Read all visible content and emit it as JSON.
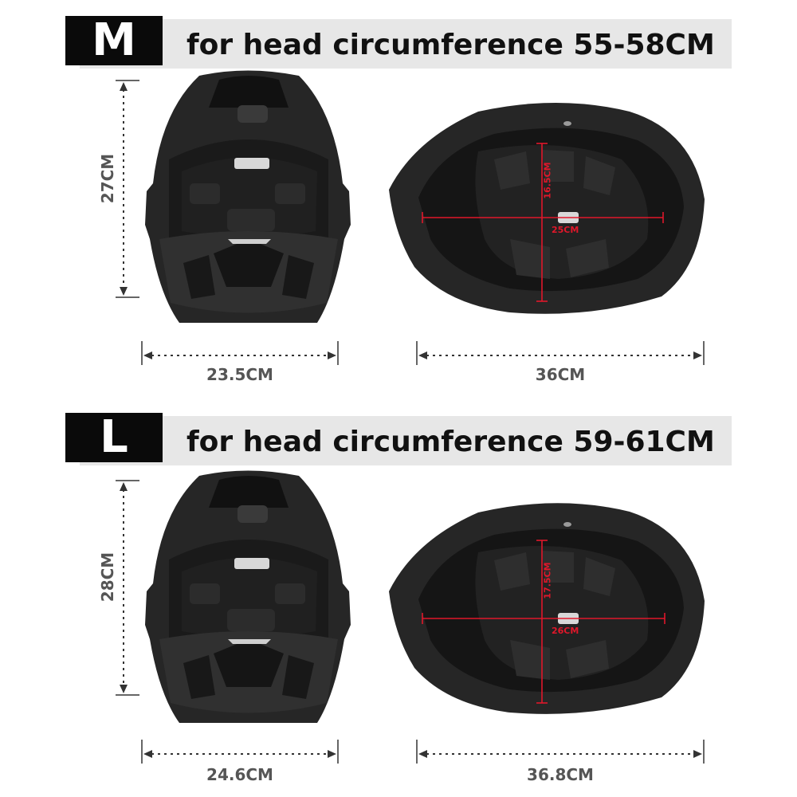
{
  "sizes": [
    {
      "size": "M",
      "circumference": "for head circumference 55-58CM",
      "front_height": "27CM",
      "front_width": "23.5CM",
      "side_length": "36CM",
      "inner_depth": "16.5CM",
      "inner_length": "25CM"
    },
    {
      "size": "L",
      "circumference": "for head circumference 59-61CM",
      "front_height": "28CM",
      "front_width": "24.6CM",
      "side_length": "36.8CM",
      "inner_depth": "17.5CM",
      "inner_length": "26CM"
    }
  ],
  "colors": {
    "header_badge": "#0a0a0a",
    "header_bar": "#e7e7e7",
    "dimension_line": "#333333",
    "inner_measure": "#e0172a",
    "helmet": "#262626"
  },
  "icons": [
    "helmet-front-image",
    "helmet-inside-image"
  ]
}
